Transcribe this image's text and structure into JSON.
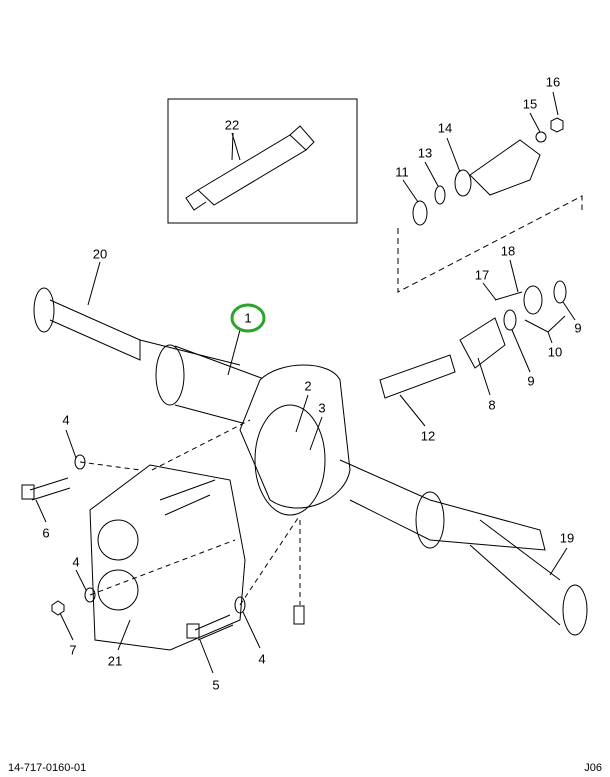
{
  "callouts": {
    "c1": "1",
    "c2": "2",
    "c3": "3",
    "c4a": "4",
    "c4b": "4",
    "c4c": "4",
    "c5": "5",
    "c6": "6",
    "c7": "7",
    "c8": "8",
    "c9a": "9",
    "c9b": "9",
    "c10": "10",
    "c11": "11",
    "c12": "12",
    "c13": "13",
    "c14": "14",
    "c15": "15",
    "c16": "16",
    "c17": "17",
    "c18": "18",
    "c19": "19",
    "c20": "20",
    "c21": "21",
    "c22": "22"
  },
  "highlight_color": "#2aa52a",
  "footer": {
    "drawing_number": "14-717-0160-01",
    "page_code": "J06"
  }
}
